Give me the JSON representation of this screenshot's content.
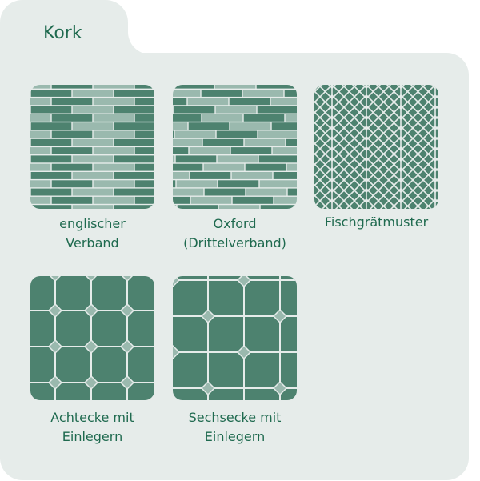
{
  "panel": {
    "title": "Kork"
  },
  "colors": {
    "dark": "#4d826f",
    "light": "#9ab9ae",
    "grout": "#e6ecea",
    "text": "#1f6a4f"
  },
  "patterns": [
    {
      "id": "englischer-verband",
      "label_line1": "englischer",
      "label_line2": "Verband"
    },
    {
      "id": "oxford",
      "label_line1": "Oxford",
      "label_line2": "(Drittelverband)"
    },
    {
      "id": "fischgraetmuster",
      "label_line1": "Fischgrätmuster",
      "label_line2": ""
    },
    {
      "id": "achtecke-mit-einlegern",
      "label_line1": "Achtecke mit",
      "label_line2": "Einlegern"
    },
    {
      "id": "sechsecke-mit-einlegern",
      "label_line1": "Sechsecke mit",
      "label_line2": "Einlegern"
    }
  ]
}
